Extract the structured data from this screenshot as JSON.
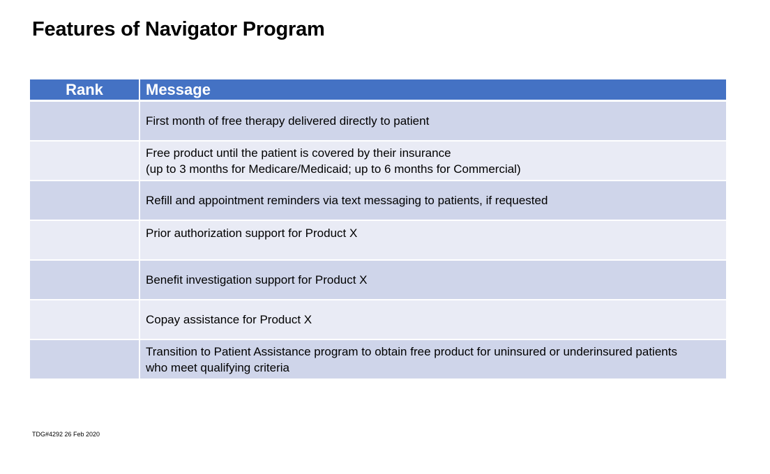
{
  "title": "Features of Navigator Program",
  "table": {
    "headers": {
      "rank": "Rank",
      "message": "Message"
    },
    "rows": [
      {
        "rank": "",
        "lines": [
          "First month of free therapy delivered directly to patient",
          ""
        ]
      },
      {
        "rank": "",
        "lines": [
          "Free product until the patient is covered by their insurance",
          "(up to 3 months for Medicare/Medicaid; up to 6 months for Commercial)"
        ]
      },
      {
        "rank": "",
        "lines": [
          "Refill and appointment reminders via text messaging to patients, if requested",
          ""
        ]
      },
      {
        "rank": "",
        "lines": [
          "Prior authorization support for Product X",
          ""
        ]
      },
      {
        "rank": "",
        "lines": [
          "Benefit investigation support for Product X",
          ""
        ]
      },
      {
        "rank": "",
        "lines": [
          "Copay assistance for Product X",
          ""
        ]
      },
      {
        "rank": "",
        "lines": [
          "Transition to Patient Assistance program to obtain free product for uninsured or underinsured patients",
          "who meet qualifying criteria"
        ]
      }
    ]
  },
  "footer": "TDG#4292 26 Feb 2020",
  "colors": {
    "header_bg": "#4472c4",
    "row_dark": "#cfd5ea",
    "row_light": "#e9ebf5"
  }
}
